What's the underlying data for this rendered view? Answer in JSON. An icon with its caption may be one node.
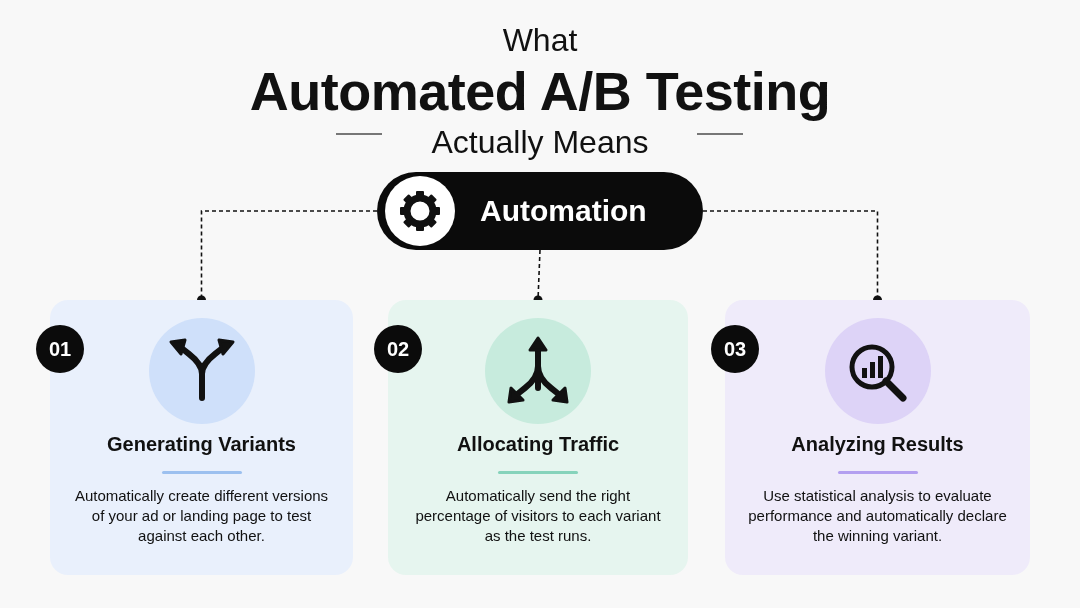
{
  "diagram": {
    "title": "What **Automated A/B Testing** Actually Means",
    "nodes": [
      {
        "text": [
          "Automation"
        ]
      },
      {
        "text": [
          "01",
          "Generating Variants",
          "Automatically create different versions of your ad or landing page to test against each other."
        ]
      },
      {
        "text": [
          "02",
          "Allocating Traffic",
          "Automatically send the right percentage of visitors to each variant as the test runs."
        ]
      },
      {
        "text": [
          "03",
          "Analyzing Results",
          "Use statistical analysis to evaluate performance and automatically declare the winning variant."
        ]
      }
    ],
    "edges": [
      {
        "from": 0,
        "to": 1,
        "arrow": "other",
        "style": "dashed"
      },
      {
        "from": 0,
        "to": 2,
        "arrow": "other",
        "style": "dashed"
      },
      {
        "from": 0,
        "to": 3,
        "arrow": "other",
        "style": "dashed"
      }
    ]
  }
}
